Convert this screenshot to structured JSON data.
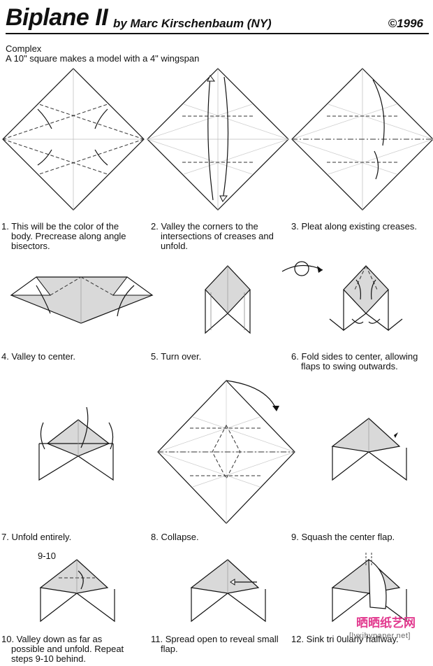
{
  "header": {
    "title": "Biplane II",
    "byline": "by Marc Kirschenbaum (NY)",
    "copyright": "©1996"
  },
  "meta": {
    "difficulty": "Complex",
    "size_note": "A 10\" square makes a model with a 4\" wingspan"
  },
  "steps": [
    {
      "lines": [
        "1. This will be the color of the",
        "body. Precrease along angle",
        "bisectors."
      ]
    },
    {
      "lines": [
        "2. Valley the corners to the",
        "intersections of creases and",
        "unfold."
      ]
    },
    {
      "lines": [
        "3. Pleat along existing creases."
      ]
    },
    {
      "lines": [
        "4. Valley to center."
      ]
    },
    {
      "lines": [
        "5. Turn over."
      ]
    },
    {
      "lines": [
        "6. Fold sides to center, allowing",
        "flaps to swing outwards."
      ]
    },
    {
      "lines": [
        "7. Unfold entirely."
      ]
    },
    {
      "lines": [
        "8. Collapse."
      ]
    },
    {
      "lines": [
        "9. Squash the center flap."
      ]
    },
    {
      "lines": [
        "10. Valley down as far as",
        "possible and unfold. Repeat",
        "steps 9-10 behind."
      ]
    },
    {
      "lines": [
        "11. Spread open to reveal small",
        "flap."
      ]
    },
    {
      "lines": [
        "12. Sink tri 0ularly halfway."
      ]
    }
  ],
  "step10_marker": "9-10",
  "watermark": {
    "text": "晒晒纸艺网",
    "url": "[lyxjhypaper.net]",
    "color": "#e23a8f"
  }
}
